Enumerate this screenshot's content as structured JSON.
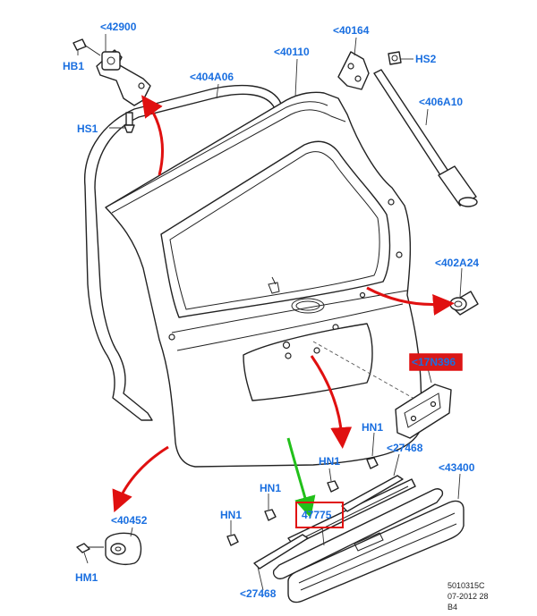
{
  "labels": {
    "l42900": "<42900",
    "lHB1": "HB1",
    "lHS1": "HS1",
    "l404A06": "<404A06",
    "l40110": "<40110",
    "l40164": "<40164",
    "lHS2": "HS2",
    "l406A10": "<406A10",
    "l402A24": "<402A24",
    "l17N396": "<17N396",
    "lHN1a": "HN1",
    "l27468a": "<27468",
    "lHN1b": "HN1",
    "l43400": "<43400",
    "lHN1c": "HN1",
    "l47775": "47775",
    "lHN1d": "HN1",
    "l40452": "<40452",
    "lHM1": "HM1",
    "l27468b": "<27468"
  },
  "footer": {
    "line1": "5010315C",
    "line2": "07-2012 28",
    "line3": "B4"
  },
  "colors": {
    "label": "#1a6fe0",
    "highlight_box": "#e01010",
    "highlight_fill": "#d81818",
    "arrow_red": "#e01010",
    "arrow_green": "#22c01a"
  }
}
